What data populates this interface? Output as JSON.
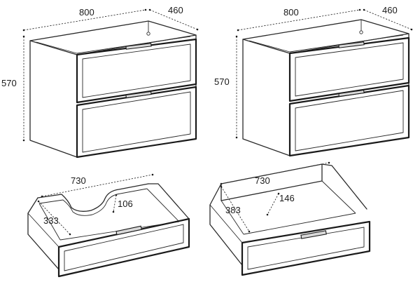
{
  "cabinets": [
    {
      "width": "800",
      "depth": "460",
      "height": "570"
    },
    {
      "width": "800",
      "depth": "460",
      "height": "570"
    }
  ],
  "drawers": [
    {
      "length": "730",
      "depth": "333",
      "notch": "106"
    },
    {
      "length": "730",
      "depth": "383",
      "inner_height": "146"
    }
  ]
}
